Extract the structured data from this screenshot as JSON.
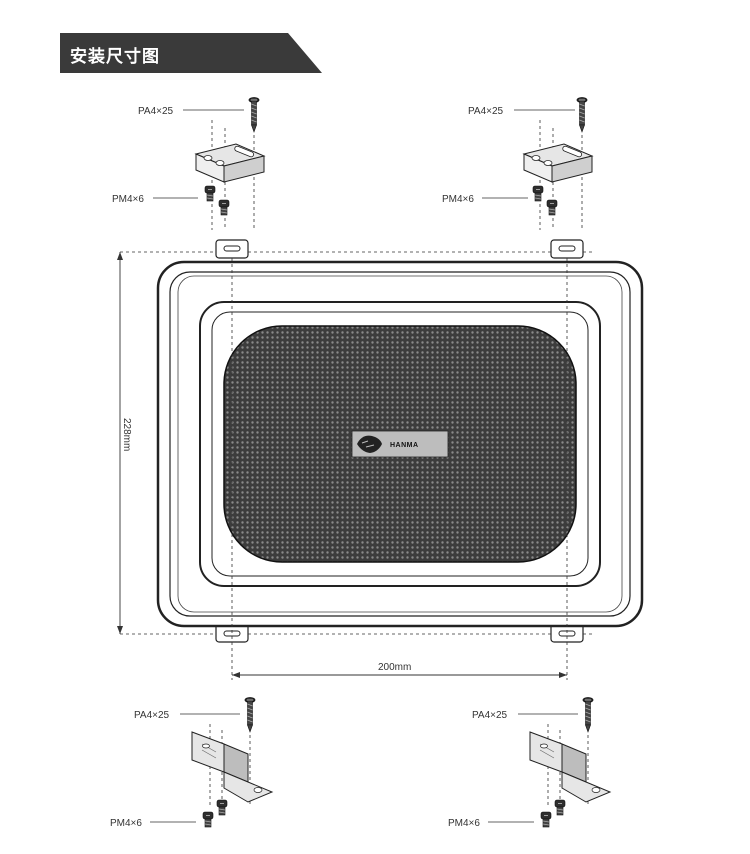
{
  "header": {
    "title": "安装尺寸图",
    "band_color": "#3a3a3a"
  },
  "labels": {
    "screw_long": "PA4×25",
    "screw_short": "PM4×6"
  },
  "dimensions": {
    "height": "228mm",
    "width": "200mm"
  },
  "logo": {
    "brand_text": "HANMA",
    "icon": "tiger-head-logo-icon"
  },
  "colors": {
    "grille": "#555555",
    "outline": "#222222",
    "plate": "#bdbdbd"
  }
}
